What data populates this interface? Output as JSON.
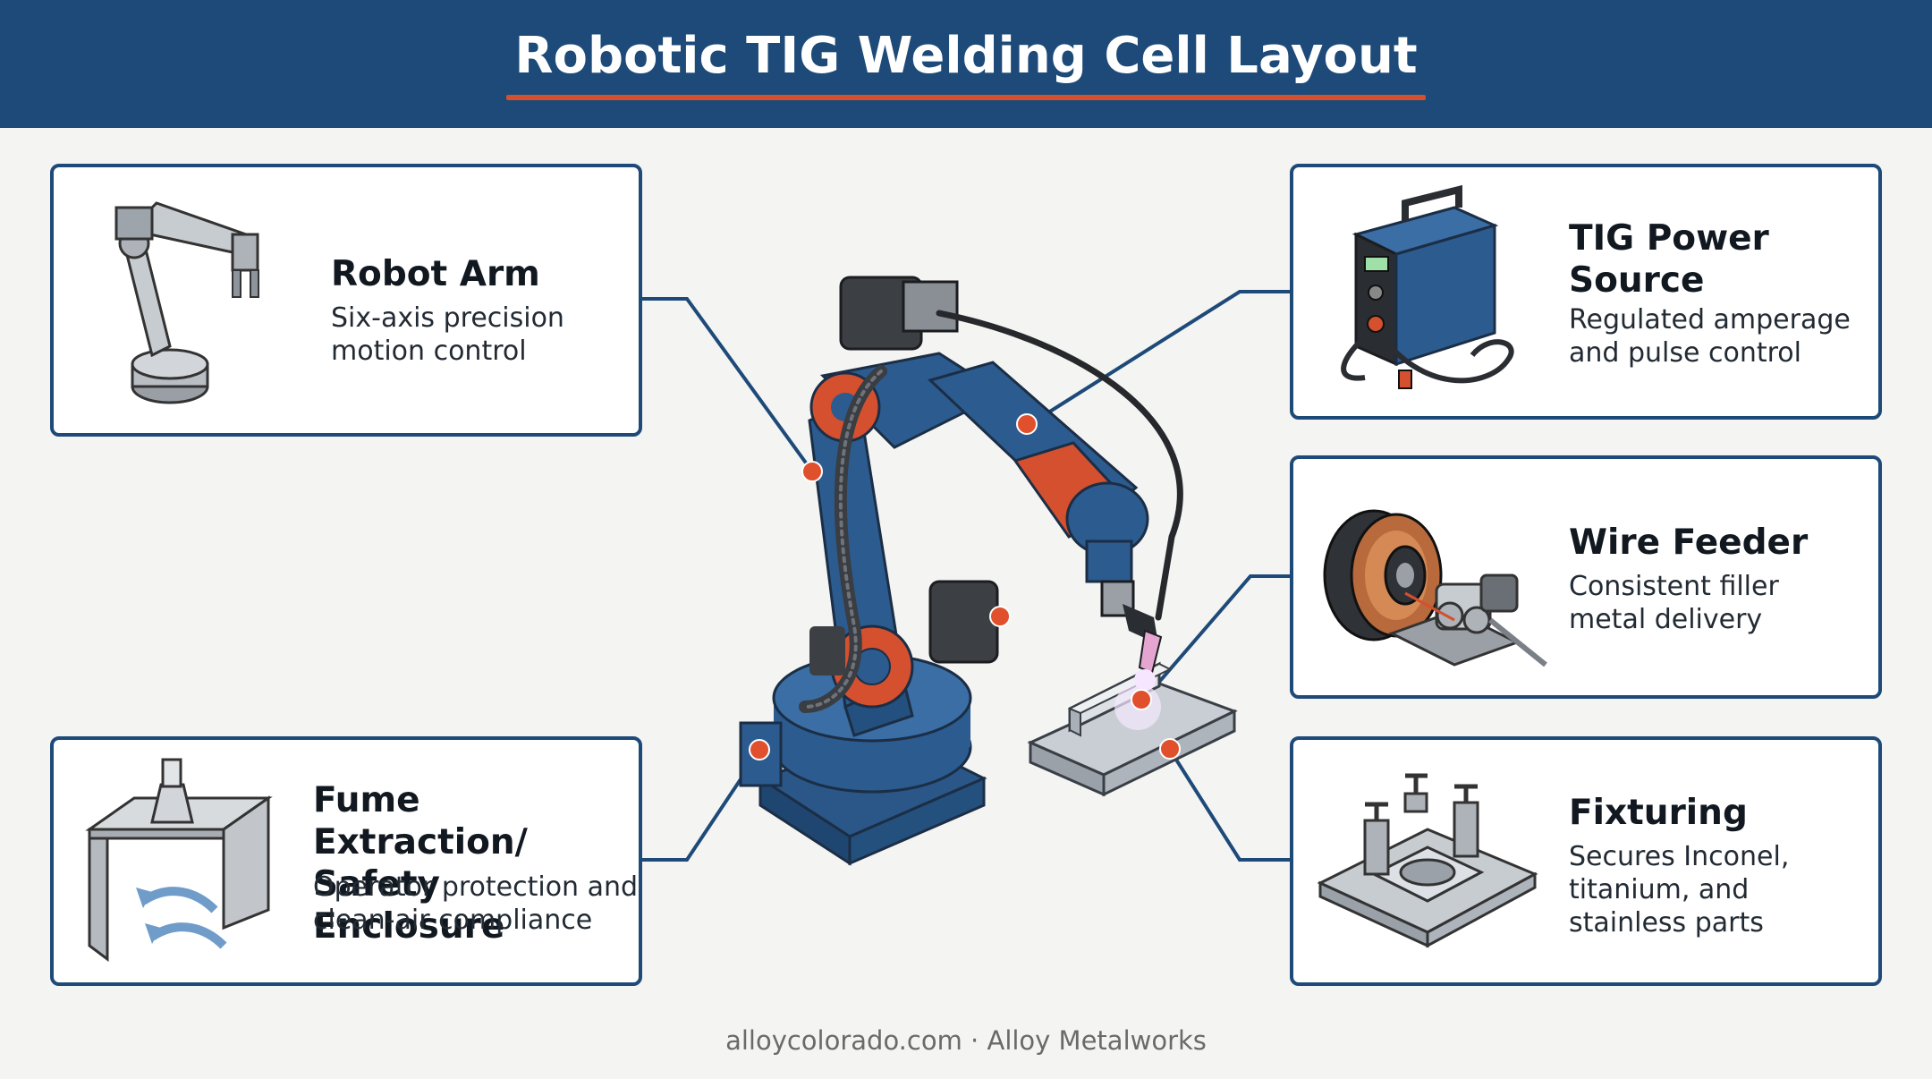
{
  "title": "Robotic TIG Welding Cell Layout",
  "colors": {
    "header": "#1d4a78",
    "accent": "#d4502f",
    "robot": "#2c5b8f",
    "callout_dot": "#e0502c"
  },
  "callouts": {
    "robot_arm": {
      "heading": "Robot Arm",
      "description_lines": [
        "Six-axis precision",
        "motion control"
      ],
      "icon": "robot-arm-icon"
    },
    "tig_power_source": {
      "heading_lines": [
        "TIG Power",
        "Source"
      ],
      "description_lines": [
        "Regulated amperage",
        "and pulse control"
      ],
      "icon": "power-source-icon"
    },
    "wire_feeder": {
      "heading": "Wire Feeder",
      "description_lines": [
        "Consistent filler",
        "metal delivery"
      ],
      "icon": "wire-spool-icon"
    },
    "fume_extraction": {
      "heading_lines": [
        "Fume Extraction/",
        "Safety Enclosure"
      ],
      "description_lines": [
        "Operator protection and",
        "clean-air compliance"
      ],
      "icon": "fume-hood-icon"
    },
    "fixturing": {
      "heading": "Fixturing",
      "description_lines": [
        "Secures Inconel,",
        "titanium, and",
        "stainless parts"
      ],
      "icon": "fixture-icon"
    }
  },
  "footer": "alloycolorado.com · Alloy Metalworks"
}
